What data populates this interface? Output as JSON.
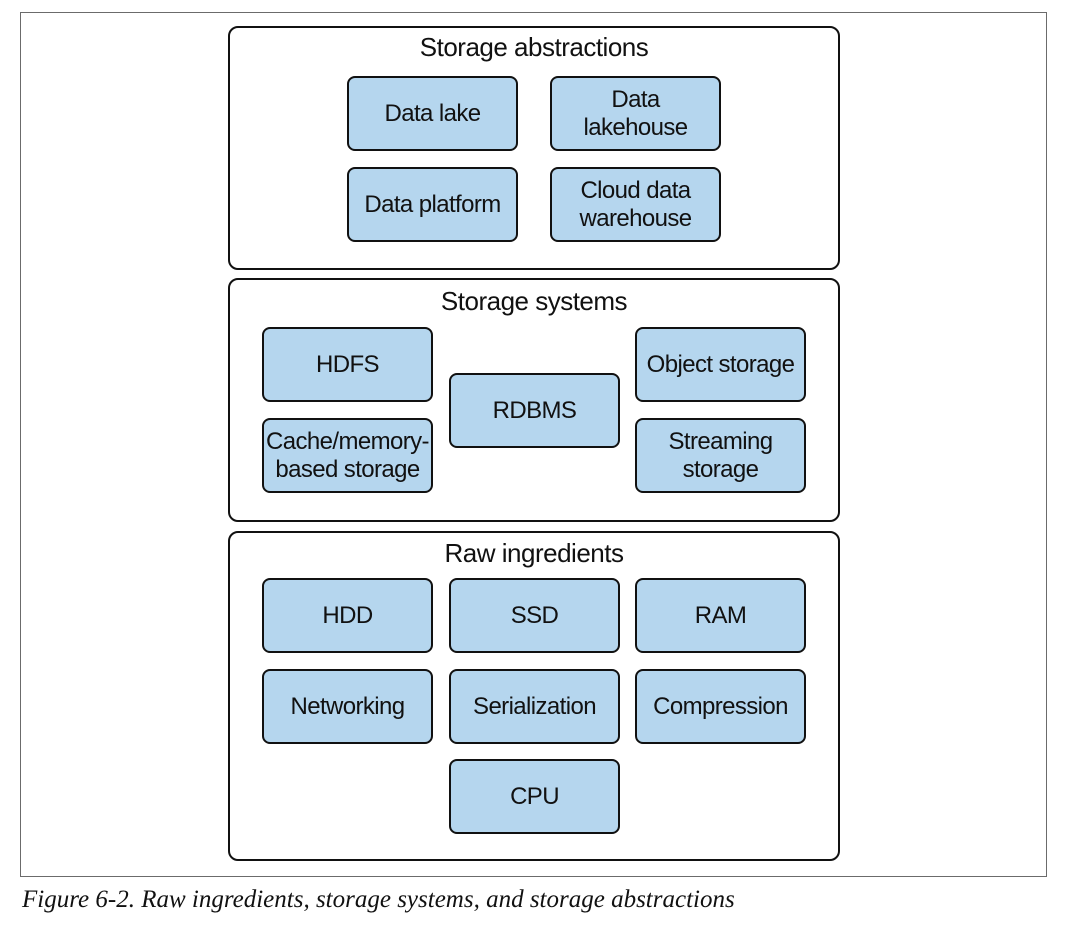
{
  "figure": {
    "caption": "Figure 6-2. Raw ingredients, storage systems, and storage abstractions"
  },
  "colors": {
    "box_fill": "#b5d6ee",
    "box_border": "#111111",
    "panel_border": "#111111",
    "frame_border": "#6b6b6b"
  },
  "layers": {
    "abstractions": {
      "title": "Storage abstractions",
      "items": [
        "Data lake",
        "Data\nlakehouse",
        "Data platform",
        "Cloud data\nwarehouse"
      ]
    },
    "systems": {
      "title": "Storage systems",
      "items": [
        "HDFS",
        "Cache/memory-\nbased storage",
        "RDBMS",
        "Object storage",
        "Streaming\nstorage"
      ]
    },
    "raw": {
      "title": "Raw ingredients",
      "items": [
        "HDD",
        "SSD",
        "RAM",
        "Networking",
        "Serialization",
        "Compression",
        "CPU"
      ]
    }
  }
}
